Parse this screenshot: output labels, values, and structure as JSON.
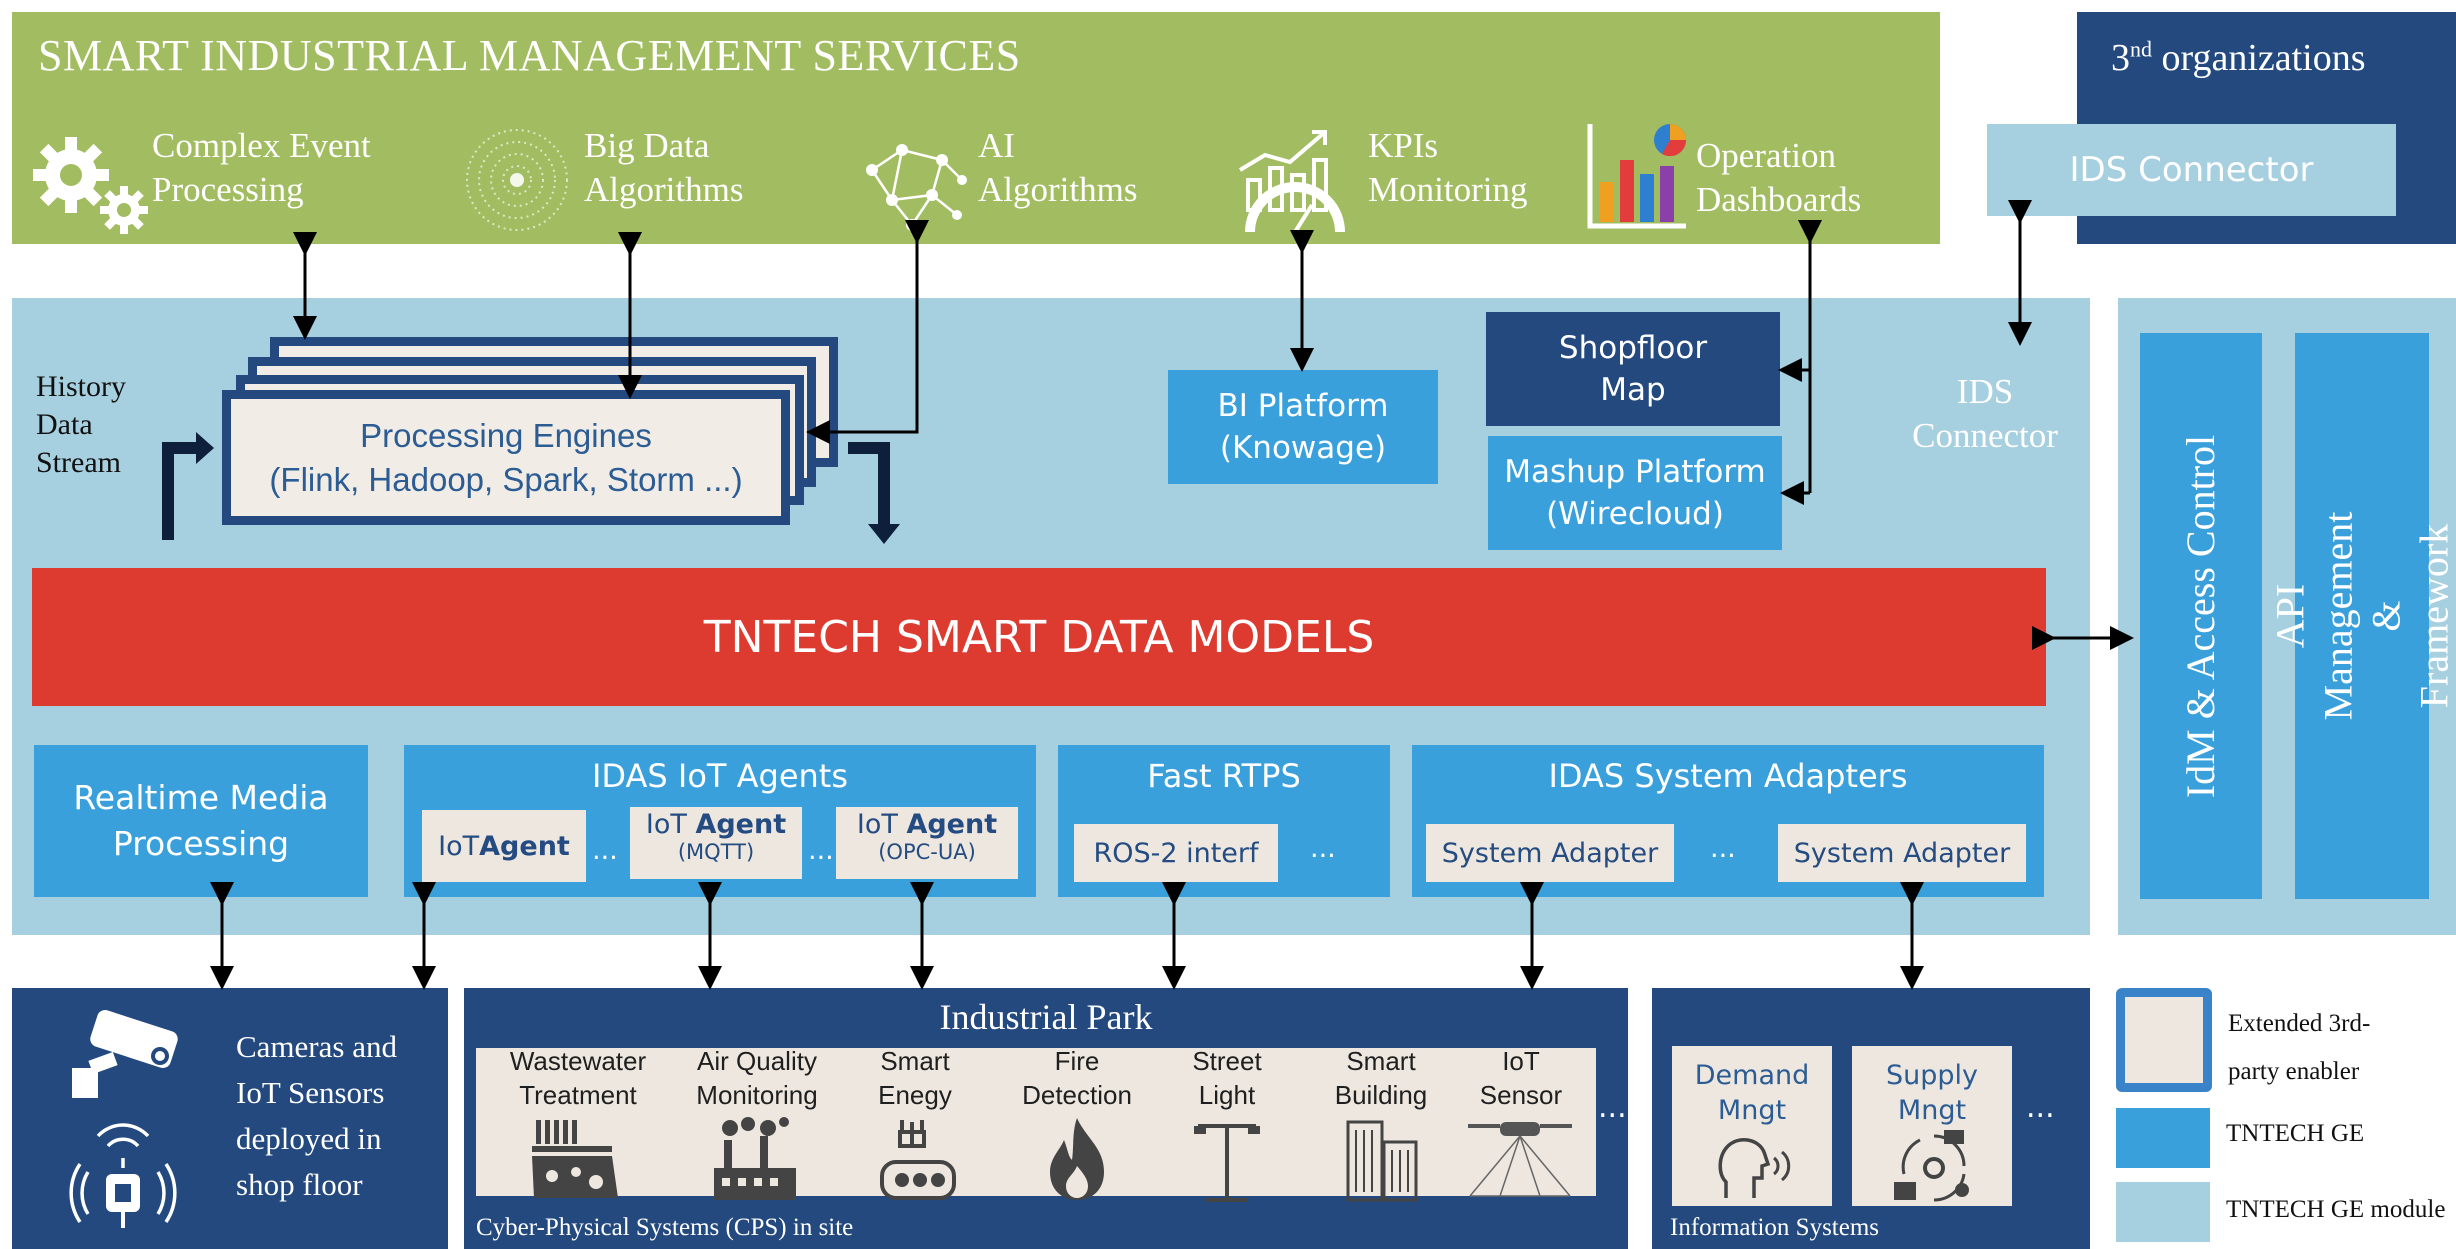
{
  "colors": {
    "green": "#a2bd61",
    "dark_blue": "#23497f",
    "ge_blue": "#3aa0dc",
    "module_blue": "#a6cfe0",
    "red": "#dd3a30",
    "cream": "#ede7df"
  },
  "services": {
    "title": "SMART INDUSTRIAL MANAGEMENT SERVICES",
    "items": [
      {
        "line1": "Complex Event",
        "line2": "Processing",
        "icon": "gears-icon"
      },
      {
        "line1": "Big Data",
        "line2": "Algorithms",
        "icon": "data-burst-icon"
      },
      {
        "line1": "AI",
        "line2": "Algorithms",
        "icon": "network-icon"
      },
      {
        "line1": "KPIs",
        "line2": "Monitoring",
        "icon": "gauge-chart-icon"
      },
      {
        "line1": "Operation",
        "line2": "Dashboards",
        "icon": "bar-chart-icon"
      }
    ]
  },
  "third_org": {
    "title_prefix": "3",
    "title_sup": "nd",
    "title_suffix": " organizations",
    "connector": "IDS Connector"
  },
  "platform": {
    "history_stream": {
      "line1": "History",
      "line2": "Data",
      "line3": "Stream"
    },
    "processing_engines": {
      "line1": "Processing Engines",
      "line2": "(Flink, Hadoop, Spark, Storm ...)"
    },
    "bi_platform": {
      "line1": "BI Platform",
      "line2": "(Knowage)"
    },
    "shopfloor_map": {
      "line1": "Shopfloor",
      "line2": "Map"
    },
    "mashup_platform": {
      "line1": "Mashup Platform",
      "line2": "(Wirecloud)"
    },
    "ids_connector": {
      "line1": "IDS",
      "line2": "Connector"
    },
    "smart_data_models": "TNTECH SMART DATA MODELS",
    "realtime_media": {
      "line1": "Realtime Media",
      "line2": "Processing"
    },
    "idas_iot_agents": {
      "title": "IDAS IoT Agents",
      "agent1": {
        "prefix": "IoT ",
        "bold": "Agent"
      },
      "agent2": {
        "prefix": "IoT ",
        "bold": "Agent",
        "sub": "(MQTT)"
      },
      "agent3": {
        "prefix": "IoT ",
        "bold": "Agent",
        "sub": "(OPC-UA)"
      },
      "ellipsis": "..."
    },
    "fast_rtps": {
      "title": "Fast RTPS",
      "item": "ROS-2 interf",
      "ellipsis": "..."
    },
    "idas_system_adapters": {
      "title": "IDAS System Adapters",
      "item1": "System Adapter",
      "item2": "System Adapter",
      "ellipsis": "..."
    }
  },
  "side_panel": {
    "idm": "IdM & Access Control",
    "api": "API Management & Framework"
  },
  "bottom": {
    "cameras": {
      "line1": "Cameras and",
      "line2": "IoT Sensors",
      "line3": "deployed in",
      "line4": "shop floor"
    },
    "industrial_park": {
      "title": "Industrial Park",
      "footer": "Cyber-Physical Systems (CPS) in site",
      "ellipsis": "...",
      "items": [
        {
          "line1": "Wastewater",
          "line2": "Treatment",
          "icon": "wastewater-icon"
        },
        {
          "line1": "Air Quality",
          "line2": "Monitoring",
          "icon": "factory-icon"
        },
        {
          "line1": "Smart",
          "line2": "Enegy",
          "icon": "power-meter-icon"
        },
        {
          "line1": "Fire",
          "line2": "Detection",
          "icon": "fire-icon"
        },
        {
          "line1": "Street",
          "line2": "Light",
          "icon": "street-light-icon"
        },
        {
          "line1": "Smart",
          "line2": "Building",
          "icon": "building-icon"
        },
        {
          "line1": "IoT",
          "line2": "Sensor",
          "icon": "sensor-icon"
        }
      ]
    },
    "info_systems": {
      "footer": "Information Systems",
      "ellipsis": "...",
      "demand": {
        "line1": "Demand",
        "line2": "Mngt"
      },
      "supply": {
        "line1": "Supply",
        "line2": "Mngt"
      }
    }
  },
  "legend": {
    "items": [
      {
        "line1": "Extended 3rd-",
        "line2": "party enabler"
      },
      {
        "line1": "TNTECH GE"
      },
      {
        "line1": "TNTECH GE module"
      }
    ]
  }
}
